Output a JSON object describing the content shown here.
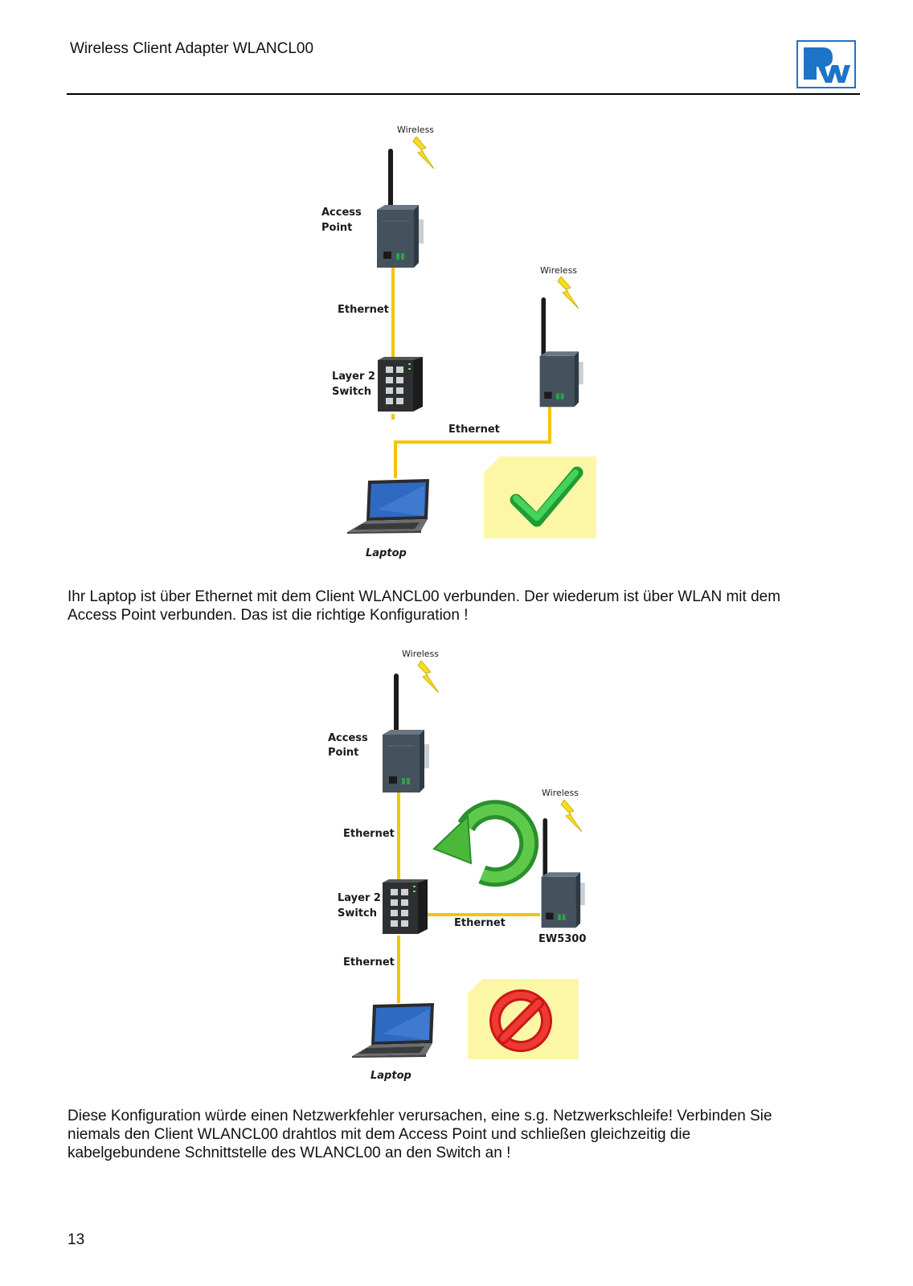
{
  "header": {
    "title": "Wireless Client Adapter WLANCL00",
    "logo_icon": "rw-logo-icon"
  },
  "figure1": {
    "wireless_ap": "Wireless",
    "access_point": [
      "Access",
      "Point"
    ],
    "ethernet_1": "Ethernet",
    "wireless_client": "Wireless",
    "switch": [
      "Layer 2",
      "Switch"
    ],
    "ethernet_2": "Ethernet",
    "laptop": "Laptop",
    "status_icon": "checkmark-icon"
  },
  "paragraph1": [
    "Ihr Laptop ist über Ethernet mit dem Client WLANCL00 verbunden. Der wiederum ist über WLAN mit dem",
    "Access Point verbunden. Das ist die richtige Konfiguration !"
  ],
  "figure2": {
    "wireless_ap": "Wireless",
    "access_point": [
      "Access",
      "Point"
    ],
    "ethernet_1": "Ethernet",
    "wireless_client": "Wireless",
    "switch": [
      "Layer 2",
      "Switch"
    ],
    "ethernet_mid": "Ethernet",
    "client_name": "EW5300",
    "ethernet_2": "Ethernet",
    "laptop": "Laptop",
    "loop_icon": "loop-arrow-icon",
    "status_icon": "prohibited-icon"
  },
  "paragraph2": [
    "Diese Konfiguration würde einen Netzwerkfehler verursachen, eine s.g. Netzwerkschleife! Verbinden Sie",
    "niemals den Client WLANCL00 drahtlos mit dem Access Point und schließen gleichzeitig die",
    "kabelgebundene Schnittstelle des WLANCL00 an den Switch an !"
  ],
  "page_number": "13",
  "colors": {
    "cable": "#f5c400",
    "device": "#3e4e5c",
    "note_bg": "#fcf7a6",
    "check": "#22b53a",
    "stop": "#e0201f",
    "logo": "#1e74c6"
  }
}
